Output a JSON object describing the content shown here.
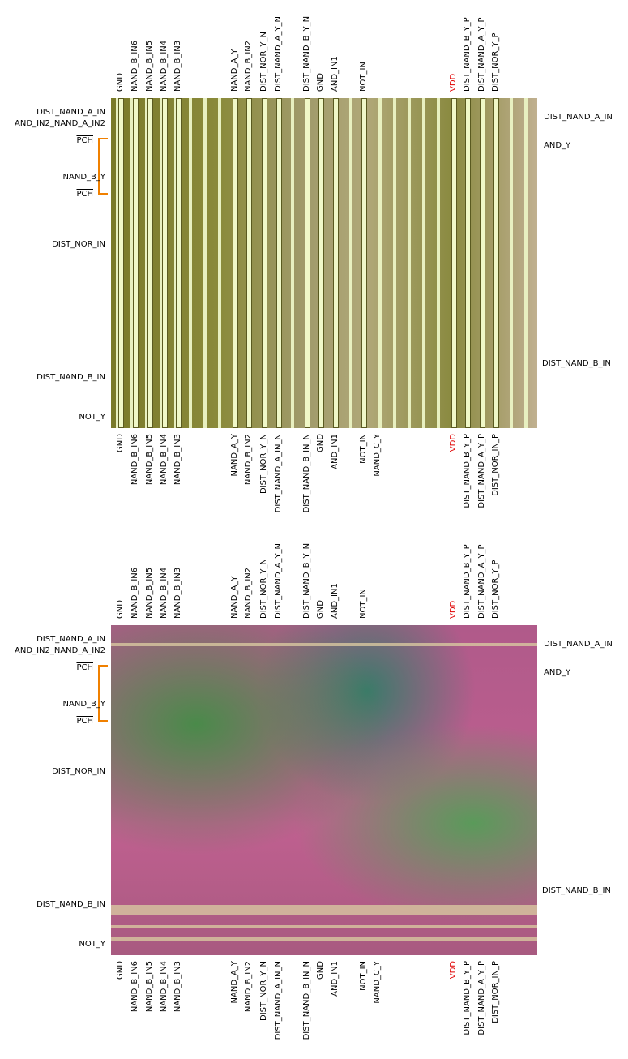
{
  "panels": [
    {
      "top_labels": [
        "GND",
        "NAND_B_IN6",
        "NAND_B_IN5",
        "NAND_B_IN4",
        "NAND_B_IN3",
        "NAND_A_Y",
        "NAND_B_IN2",
        "DIST_NOR_Y_N",
        "DIST_NAND_A_Y_N",
        "DIST_NAND_B_Y_N",
        "GND",
        "AND_IN1",
        "NOT_IN",
        "VDD",
        "DIST_NAND_B_Y_P",
        "DIST_NAND_A_Y_P",
        "DIST_NOR_Y_P"
      ],
      "bottom_labels": [
        "GND",
        "NAND_B_IN6",
        "NAND_B_IN5",
        "NAND_B_IN4",
        "NAND_B_IN3",
        "NAND_A_Y",
        "NAND_B_IN2",
        "DIST_NOR_Y_N",
        "DIST_NAND_A_IN_N",
        "DIST_NAND_B_IN_N",
        "GND",
        "AND_IN1",
        "NOT_IN",
        "NAND_C_Y",
        "VDD",
        "DIST_NAND_B_Y_P",
        "DIST_NAND_A_Y_P",
        "DIST_NOR_IN_P"
      ],
      "left_labels": [
        "DIST_NAND_A_IN",
        "AND_IN2_NAND_A_IN2",
        "PCH",
        "NAND_B_Y",
        "PCH",
        "DIST_NOR_IN",
        "DIST_NAND_B_IN",
        "NOT_Y"
      ],
      "right_labels": [
        "DIST_NAND_A_IN",
        "AND_Y",
        "DIST_NAND_B_IN"
      ]
    },
    {
      "top_labels": [
        "GND",
        "NAND_B_IN6",
        "NAND_B_IN5",
        "NAND_B_IN4",
        "NAND_B_IN3",
        "NAND_A_Y",
        "NAND_B_IN2",
        "DIST_NOR_Y_N",
        "DIST_NAND_A_Y_N",
        "DIST_NAND_B_Y_N",
        "GND",
        "AND_IN1",
        "NOT_IN",
        "VDD",
        "DIST_NAND_B_Y_P",
        "DIST_NAND_A_Y_P",
        "DIST_NOR_Y_P"
      ],
      "bottom_labels": [
        "GND",
        "NAND_B_IN6",
        "NAND_B_IN5",
        "NAND_B_IN4",
        "NAND_B_IN3",
        "NAND_A_Y",
        "NAND_B_IN2",
        "DIST_NOR_Y_N",
        "DIST_NAND_A_IN_N",
        "DIST_NAND_B_IN_N",
        "GND",
        "AND_IN1",
        "NOT_IN",
        "NAND_C_Y",
        "VDD",
        "DIST_NAND_B_Y_P",
        "DIST_NAND_A_Y_P",
        "DIST_NOR_IN_P"
      ],
      "left_labels": [
        "DIST_NAND_A_IN",
        "AND_IN2_NAND_A_IN2",
        "PCH",
        "NAND_B_Y",
        "PCH",
        "DIST_NOR_IN",
        "DIST_NAND_B_IN",
        "NOT_Y"
      ],
      "right_labels": [
        "DIST_NAND_A_IN",
        "AND_Y",
        "DIST_NAND_B_IN"
      ]
    }
  ],
  "colors": {
    "vdd": "#e00000",
    "bracket": "#f08000"
  }
}
